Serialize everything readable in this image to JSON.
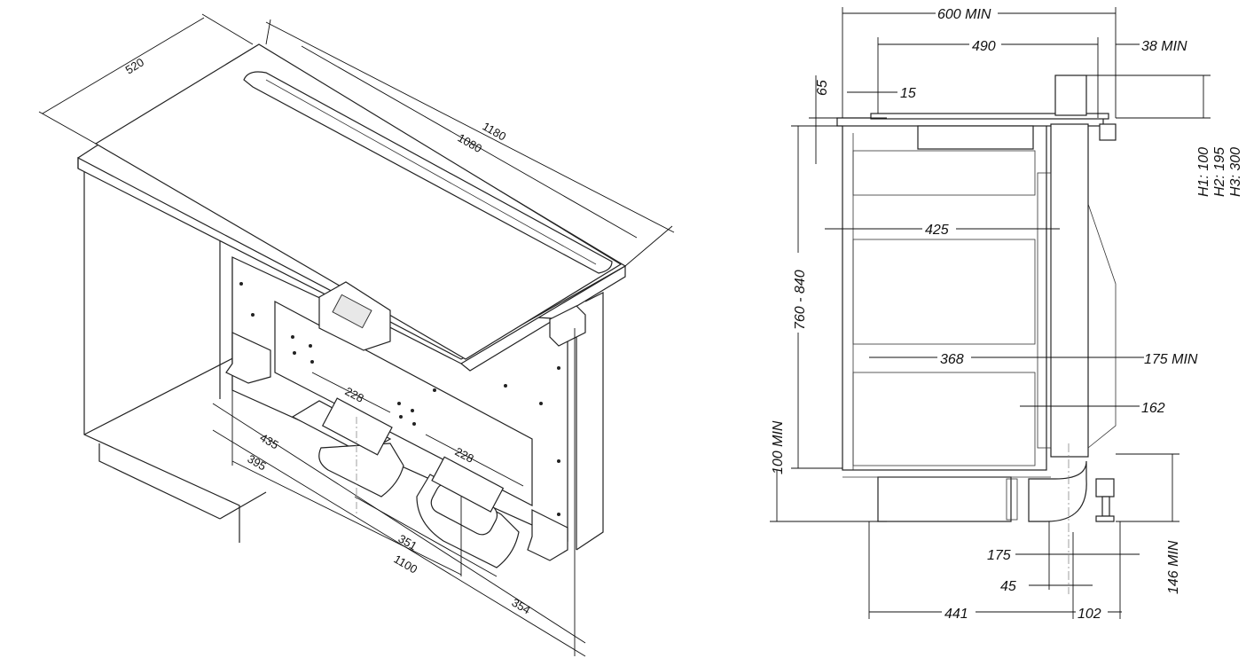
{
  "isometric_view": {
    "dimensions": {
      "width_520": "520",
      "length_1180": "1180",
      "length_1080": "1080",
      "duct_228_a": "228",
      "duct_228_b": "228",
      "offset_435": "435",
      "offset_395": "395",
      "spacing_351": "351",
      "length_1100": "1100",
      "offset_354": "354"
    }
  },
  "side_view": {
    "dimensions": {
      "depth_600": "600 MIN",
      "depth_490": "490",
      "rear_38": "38 MIN",
      "height_65": "65",
      "offset_15": "15",
      "h1": "H1: 100",
      "h2": "H2: 195",
      "h3": "H3: 300",
      "depth_425": "425",
      "height_760_840": "760 - 840",
      "depth_368": "368",
      "rear_175": "175 MIN",
      "rear_162": "162",
      "plinth_100": "100 MIN",
      "plinth_146": "146 MIN",
      "duct_175": "175",
      "duct_45": "45",
      "depth_441": "441",
      "rear_102": "102"
    }
  }
}
